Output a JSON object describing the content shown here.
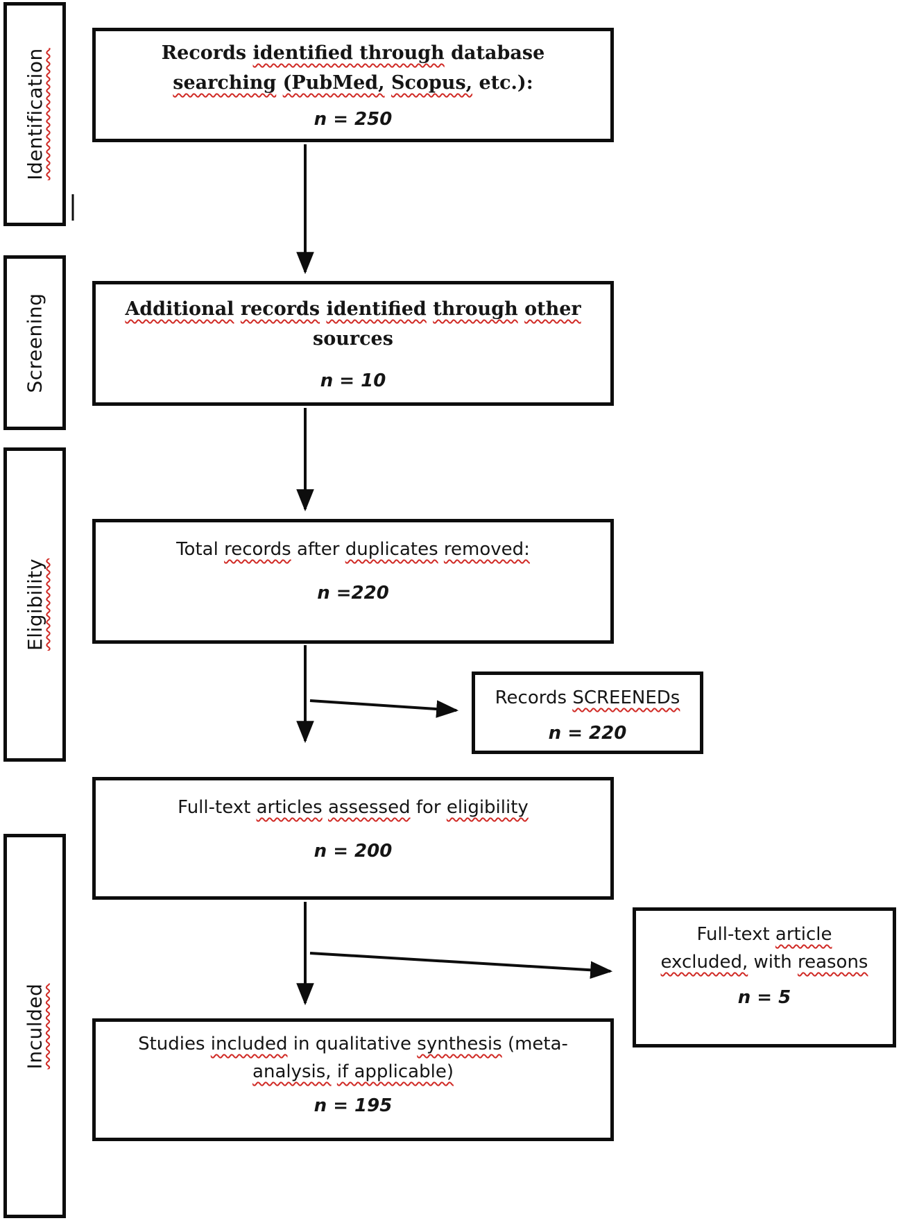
{
  "palette": {
    "background": "#ffffff",
    "box_border": "#0d0d0d",
    "text": "#151515",
    "squiggle_red": "#d02a25"
  },
  "sidebar": {
    "stages": [
      {
        "label": "Identification",
        "flagged": true
      },
      {
        "label": "Screening",
        "flagged": false
      },
      {
        "label": "Eligibility",
        "flagged": true
      },
      {
        "label": "Inculded",
        "flagged": true
      }
    ]
  },
  "flow": {
    "box1": {
      "lines": [
        [
          {
            "t": "Records "
          },
          {
            "t": "identified through",
            "sq": true
          },
          {
            "t": " database"
          }
        ],
        [
          {
            "t": "searching",
            "sq": true
          },
          {
            "t": " "
          },
          {
            "t": "(PubMed,",
            "sq": true
          },
          {
            "t": " "
          },
          {
            "t": "Scopus,",
            "sq": true
          },
          {
            "t": " etc.):"
          }
        ]
      ],
      "count": "n = 250"
    },
    "box2": {
      "lines": [
        [
          {
            "t": "Additional",
            "sq": true
          },
          {
            "t": " "
          },
          {
            "t": "records",
            "sq": true
          },
          {
            "t": " "
          },
          {
            "t": "identified",
            "sq": true
          },
          {
            "t": " "
          },
          {
            "t": "through",
            "sq": true
          },
          {
            "t": " "
          },
          {
            "t": "other",
            "sq": true
          }
        ],
        [
          {
            "t": "sources"
          }
        ]
      ],
      "count": "n = 10"
    },
    "box3": {
      "lines": [
        [
          {
            "t": "Total "
          },
          {
            "t": "records",
            "sq": true
          },
          {
            "t": " after "
          },
          {
            "t": "duplicates",
            "sq": true
          },
          {
            "t": " "
          },
          {
            "t": "removed:",
            "sq": true
          }
        ]
      ],
      "count": "n =220"
    },
    "screened": {
      "lines": [
        [
          {
            "t": "Records "
          },
          {
            "t": "SCREENEDs",
            "sq": true
          }
        ]
      ],
      "count": "n = 220"
    },
    "box4": {
      "lines": [
        [
          {
            "t": "Full-text "
          },
          {
            "t": "articles",
            "sq": true
          },
          {
            "t": " "
          },
          {
            "t": "assessed",
            "sq": true
          },
          {
            "t": " for "
          },
          {
            "t": "eligibility",
            "sq": true
          }
        ]
      ],
      "count": "n = 200"
    },
    "excluded": {
      "lines": [
        [
          {
            "t": "Full-text "
          },
          {
            "t": "article",
            "sq": true
          }
        ],
        [
          {
            "t": "excluded,",
            "sq": true
          },
          {
            "t": " with "
          },
          {
            "t": "reasons",
            "sq": true
          }
        ]
      ],
      "count": "n = 5"
    },
    "box5": {
      "lines": [
        [
          {
            "t": "Studies "
          },
          {
            "t": "included",
            "sq": true
          },
          {
            "t": " in qualitative "
          },
          {
            "t": "synthesis",
            "sq": true
          },
          {
            "t": " (meta-"
          }
        ],
        [
          {
            "t": "analysis,",
            "sq": true
          },
          {
            "t": " "
          },
          {
            "t": "if applicable)",
            "sq": true
          }
        ]
      ],
      "count": "n = 195"
    }
  }
}
